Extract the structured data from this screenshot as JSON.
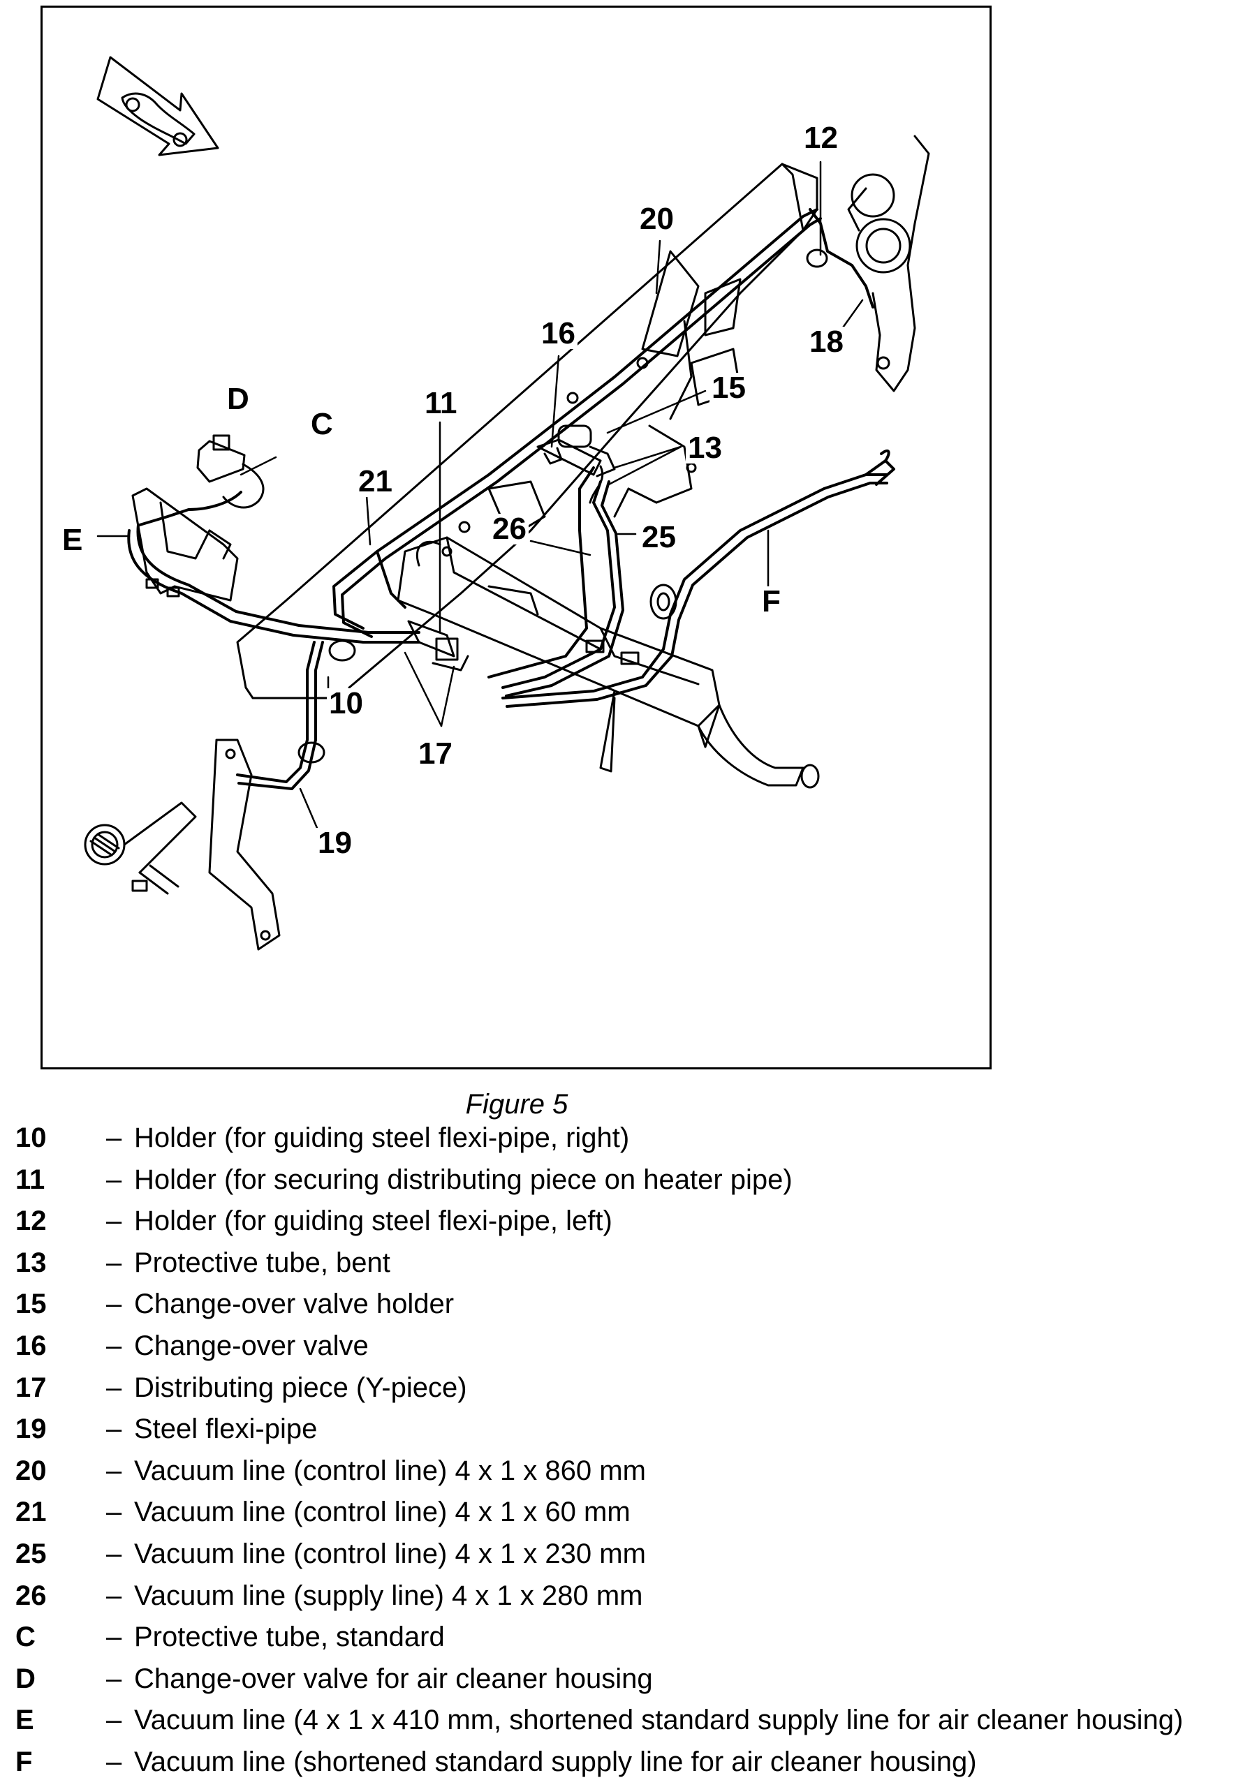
{
  "figure": {
    "caption": "Figure 5",
    "callouts": {
      "c12": "12",
      "c20": "20",
      "c16": "16",
      "c15": "15",
      "c18": "18",
      "c13": "13",
      "cD": "D",
      "cC": "C",
      "c11": "11",
      "c21": "21",
      "c26": "26",
      "c25": "25",
      "cE": "E",
      "cF": "F",
      "c10": "10",
      "c17": "17",
      "c19": "19"
    }
  },
  "legend": [
    {
      "ref": "10",
      "dash": "–",
      "desc": "Holder (for guiding steel flexi-pipe, right)"
    },
    {
      "ref": "11",
      "dash": "–",
      "desc": "Holder (for securing distributing piece on heater pipe)"
    },
    {
      "ref": "12",
      "dash": "–",
      "desc": "Holder (for guiding steel flexi-pipe, left)"
    },
    {
      "ref": "13",
      "dash": "–",
      "desc": "Protective tube, bent"
    },
    {
      "ref": "15",
      "dash": "–",
      "desc": "Change-over valve holder"
    },
    {
      "ref": "16",
      "dash": "–",
      "desc": "Change-over valve"
    },
    {
      "ref": "17",
      "dash": "–",
      "desc": "Distributing piece (Y-piece)"
    },
    {
      "ref": "19",
      "dash": "–",
      "desc": "Steel flexi-pipe"
    },
    {
      "ref": "20",
      "dash": "–",
      "desc": "Vacuum line (control line) 4 x 1 x 860 mm"
    },
    {
      "ref": "21",
      "dash": "–",
      "desc": "Vacuum line (control line) 4 x 1 x 60 mm"
    },
    {
      "ref": "25",
      "dash": "–",
      "desc": "Vacuum line (control line) 4 x 1 x 230 mm"
    },
    {
      "ref": "26",
      "dash": "–",
      "desc": "Vacuum line (supply line) 4 x 1 x 280 mm"
    },
    {
      "ref": "C",
      "dash": "–",
      "desc": "Protective tube, standard"
    },
    {
      "ref": "D",
      "dash": "–",
      "desc": "Change-over valve for air cleaner housing"
    },
    {
      "ref": "E",
      "dash": "–",
      "desc": "Vacuum line (4 x 1 x 410 mm, shortened standard supply line for air cleaner housing)"
    },
    {
      "ref": "F",
      "dash": "–",
      "desc": "Vacuum line (shortened standard supply line for air cleaner housing)"
    }
  ]
}
